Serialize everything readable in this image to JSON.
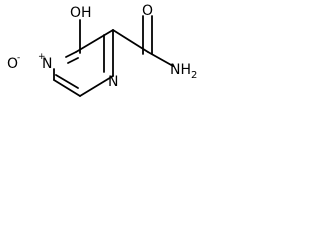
{
  "structure": {
    "labels": {
      "hydroxyl": "OH",
      "carbonyl_oxygen": "O",
      "amide": "NH2",
      "n_oxide_oxygen": "O",
      "n_oxide_charge": "-",
      "n_oxide_nitrogen": "N",
      "n_oxide_plus": "+",
      "ring_nitrogen": "N"
    }
  }
}
